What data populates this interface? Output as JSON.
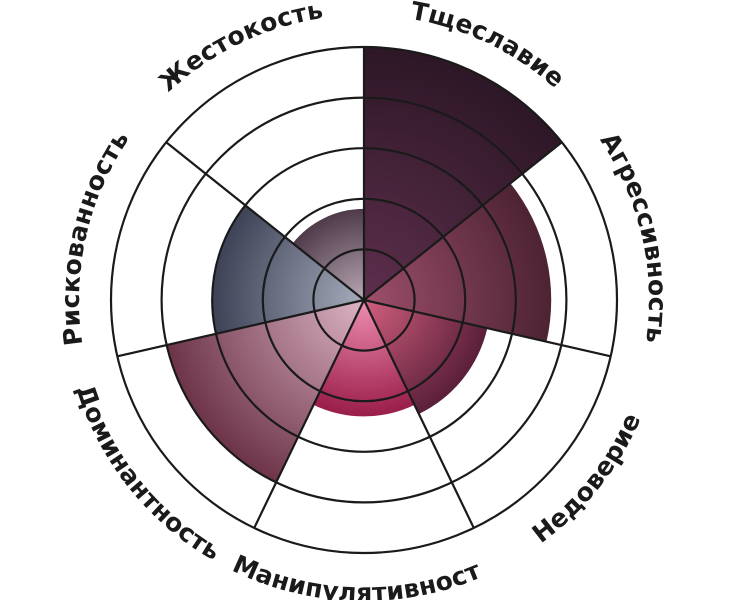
{
  "chart_data": {
    "type": "polar-area",
    "categories": [
      "Тщеславие",
      "Агрессивность",
      "Недоверие",
      "Манипулятивность",
      "Доминантность",
      "Рискованность",
      "Жестокость"
    ],
    "values": [
      5,
      3.7,
      2.5,
      2.3,
      4,
      3,
      1.8
    ],
    "rlim": [
      0,
      5
    ],
    "ring_count": 5,
    "grid": true,
    "legend": "none",
    "colors": {
      "Тщеславие": {
        "inner": "#5e2f4d",
        "outer": "#2d1726"
      },
      "Агрессивность": {
        "inner": "#9e4f6b",
        "outer": "#4d2333"
      },
      "Недоверие": {
        "inner": "#d2607e",
        "outer": "#5a1f3a"
      },
      "Манипулятивность": {
        "inner": "#ee8fb2",
        "outer": "#9a1d4a"
      },
      "Доминантность": {
        "inner": "#dcb4c5",
        "outer": "#6d3449"
      },
      "Рискованность": {
        "inner": "#a7acbc",
        "outer": "#3d4256"
      },
      "Жестокость": {
        "inner": "#b9a9b4",
        "outer": "#4f3a4a"
      }
    }
  }
}
